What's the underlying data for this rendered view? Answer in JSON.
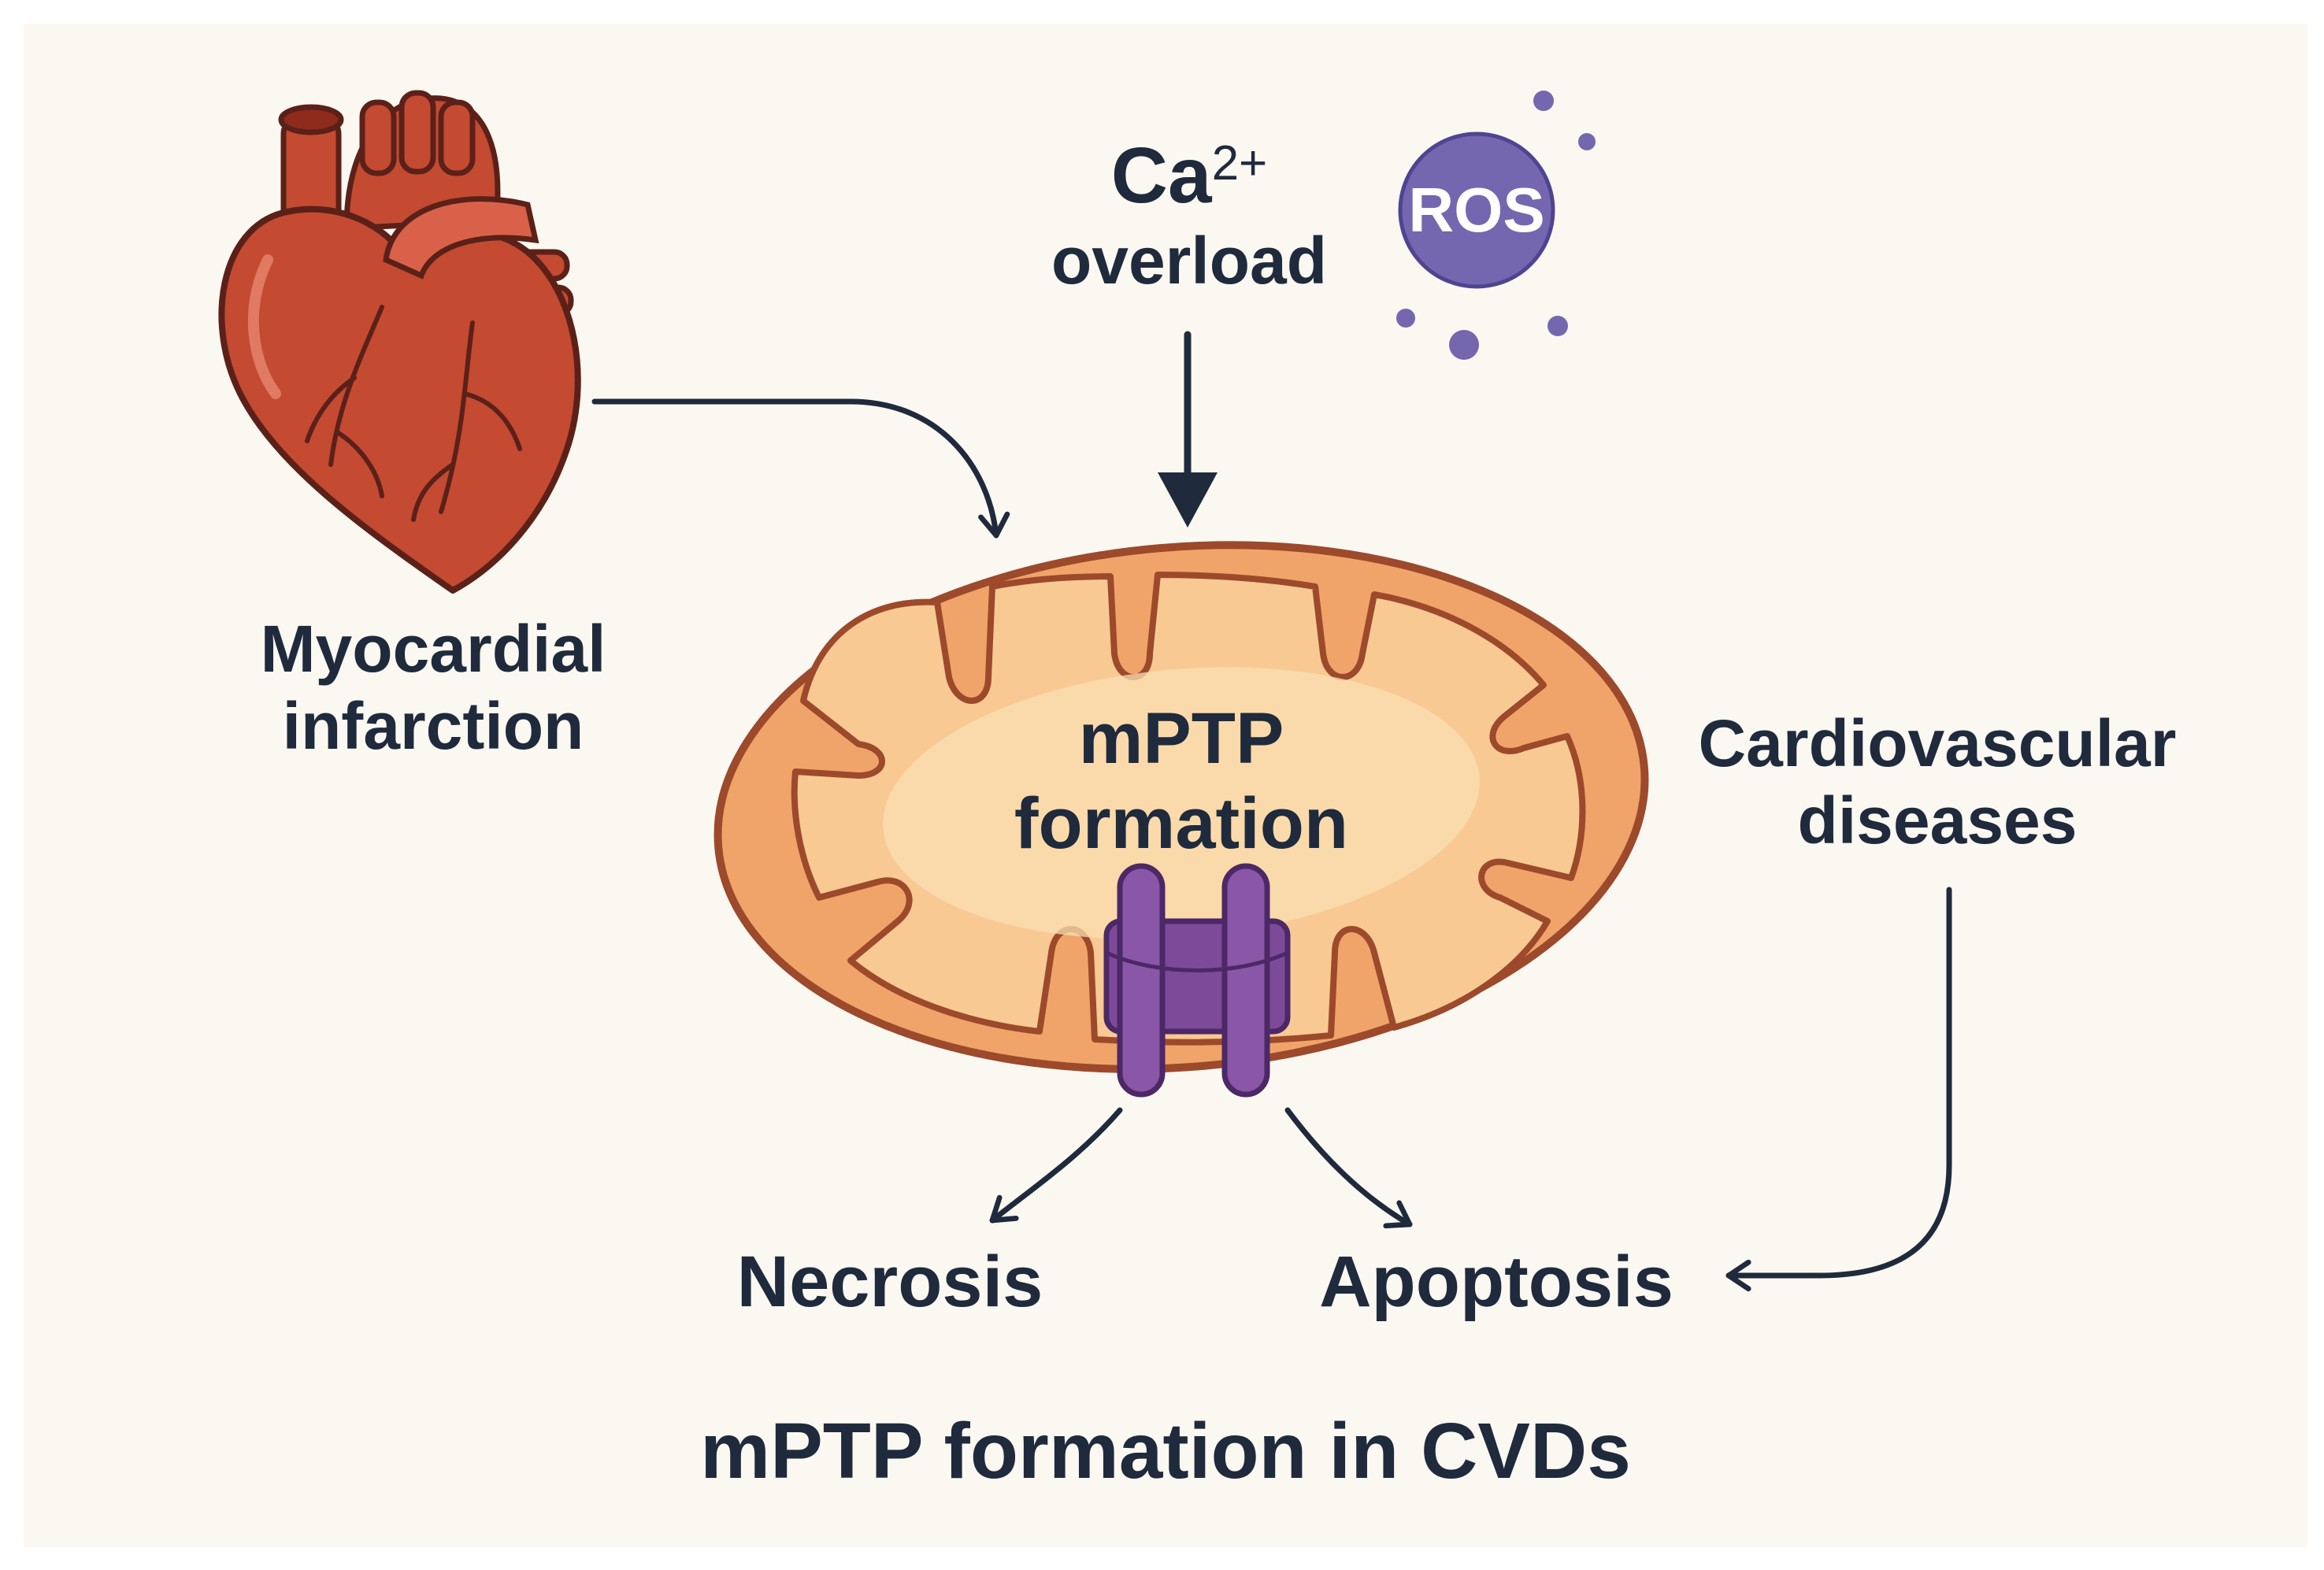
{
  "diagram": {
    "title": "mPTP formation in CVDs",
    "nodes": {
      "myocardial_infarction": {
        "line1": "Myocardial",
        "line2": "infarction"
      },
      "calcium": {
        "base": "Ca",
        "superscript": "2+",
        "line2": "overload"
      },
      "ros": {
        "label": "ROS"
      },
      "mitochondrion": {
        "line1": "mPTP",
        "line2": "formation"
      },
      "cardiovascular_diseases": {
        "line1": "Cardiovascular",
        "line2": "diseases"
      },
      "necrosis": {
        "label": "Necrosis"
      },
      "apoptosis": {
        "label": "Apoptosis"
      }
    },
    "edges": [
      {
        "from": "myocardial_infarction",
        "to": "mitochondrion"
      },
      {
        "from": "calcium",
        "to": "mitochondrion"
      },
      {
        "from": "mitochondrion",
        "to": "necrosis"
      },
      {
        "from": "mitochondrion",
        "to": "apoptosis"
      },
      {
        "from": "cardiovascular_diseases",
        "to": "apoptosis"
      }
    ],
    "colors": {
      "background": "#fbf8f2",
      "text": "#1f2a3c",
      "heart": "#c44a32",
      "heart_outline": "#5b2119",
      "mito_outer": "#f0a46a",
      "mito_inner": "#f8c993",
      "mito_matrix": "#fbdfb2",
      "mito_outline": "#9c4a2b",
      "channel": "#7d4a9a",
      "channel_outline": "#4c2866",
      "ros": "#7467b0"
    }
  }
}
